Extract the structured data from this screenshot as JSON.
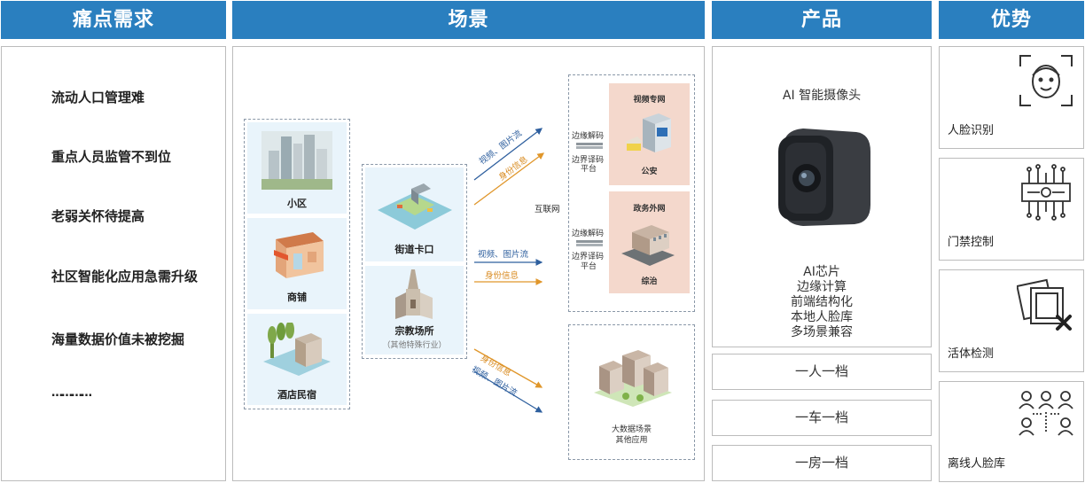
{
  "headers": {
    "pain": "痛点需求",
    "scene": "场景",
    "product": "产品",
    "advantage": "优势"
  },
  "pain_points": [
    "流动人口管理难",
    "重点人员监管不到位",
    "老弱关怀待提高",
    "社区智能化应用急需升级",
    "海量数据价值未被挖掘",
    "…………"
  ],
  "scenes": {
    "left_column": [
      "小区",
      "商铺",
      "酒店民宿"
    ],
    "middle_column": {
      "street": "街道卡口",
      "religious": "宗教场所",
      "religious_note": "（其他特殊行业）"
    },
    "internet": "互联网",
    "flows": {
      "video_image": "视频、图片流",
      "identity": "身份信息"
    },
    "edge_platform": [
      "边缘解码",
      "边界译码",
      "平台"
    ],
    "networks": {
      "video_private": "视频专网",
      "police": "公安",
      "gov_external": "政务外网",
      "governance": "综治"
    },
    "bigdata": [
      "大数据场景",
      "其他应用"
    ]
  },
  "product": {
    "camera_title": "AI 智能摄像头",
    "features": [
      "AI芯片",
      "边缘计算",
      "前端结构化",
      "本地人脸库",
      "多场景兼容"
    ],
    "archives": [
      "一人一档",
      "一车一档",
      "一房一档"
    ]
  },
  "advantages": [
    {
      "label": "人脸识别",
      "icon": "face-recognition-icon"
    },
    {
      "label": "门禁控制",
      "icon": "circuit-chip-icon"
    },
    {
      "label": "活体检测",
      "icon": "photo-reject-icon"
    },
    {
      "label": "离线人脸库",
      "icon": "people-network-icon"
    }
  ],
  "colors": {
    "header_blue": "#2a7fbf",
    "arrow_blue": "#2e5f9e",
    "arrow_orange": "#e0962a",
    "cell_bg": "#e9f4fb",
    "network_pink": "#f4d8cc"
  }
}
